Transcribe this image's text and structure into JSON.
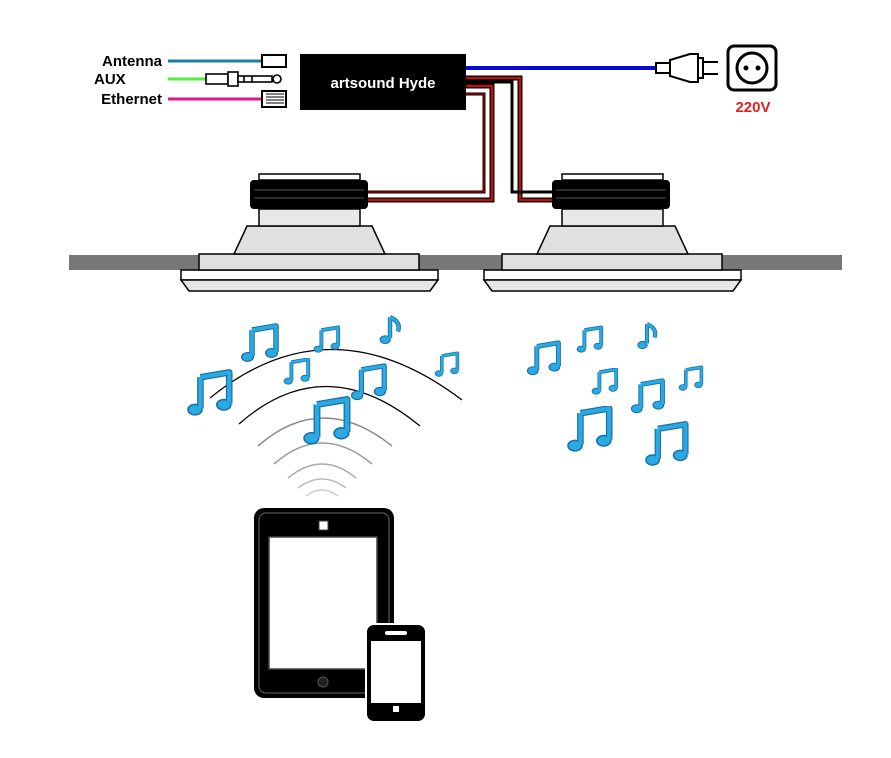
{
  "inputs": {
    "antenna_label": "Antenna",
    "aux_label": "AUX",
    "ethernet_label": "Ethernet"
  },
  "device": {
    "name": "artsound Hyde"
  },
  "power": {
    "voltage_label": "220V"
  },
  "colors": {
    "antenna_wire": "#1a7fa8",
    "aux_wire": "#4df03a",
    "ethernet_wire": "#e0158a",
    "power_wire": "#0a0ad8",
    "speaker_wire_red": "#e00000",
    "speaker_wire_black": "#000000",
    "voltage_text": "#e02020",
    "music_note": "#29aae3",
    "ceiling": "#777777"
  },
  "icons": {
    "wall_socket": "wall-socket-icon",
    "power_plug": "power-plug-icon",
    "aux_jack": "aux-jack-icon",
    "ethernet_plug": "ethernet-plug-icon",
    "antenna_connector": "antenna-connector-icon",
    "music_note": "music-note-icon",
    "tablet": "tablet-icon",
    "smartphone": "smartphone-icon",
    "wireless_signal": "wireless-signal-icon",
    "ceiling_speaker": "ceiling-speaker-icon"
  }
}
